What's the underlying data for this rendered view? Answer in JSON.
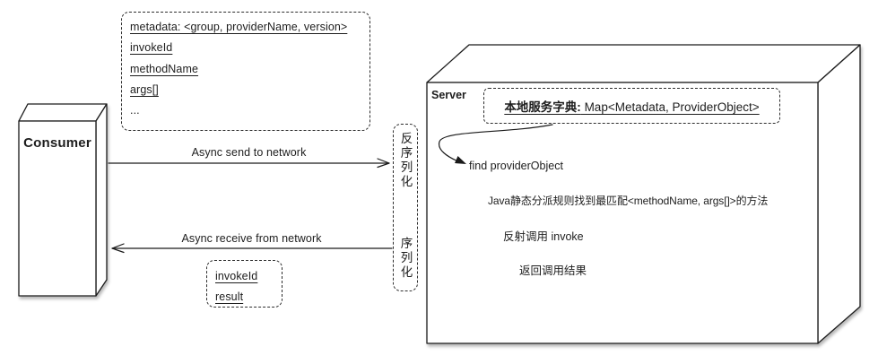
{
  "colors": {
    "ink": "#1d1d1d",
    "line": "#1a1a1a",
    "background": "#ffffff"
  },
  "consumer": {
    "label": "Consumer"
  },
  "request_message": {
    "lines": [
      "metadata: <group, providerName, version>",
      "invokeId",
      "methodName",
      "args[]",
      "..."
    ]
  },
  "network": {
    "send_label": "Async send to network",
    "receive_label": "Async receive from network"
  },
  "codec": {
    "deserialize_label": "反序列化",
    "serialize_label": "序列化"
  },
  "server": {
    "label": "Server",
    "dictionary_title": "本地服务字典:",
    "dictionary_type": " Map<Metadata, ProviderObject>",
    "steps": {
      "find": "find providerObject",
      "dispatch": "Java静态分派规则找到最匹配<methodName, args[]>的方法",
      "invoke": "反射调用 invoke",
      "result": "返回调用结果"
    }
  },
  "response_message": {
    "lines": [
      "invokeId",
      "result"
    ]
  }
}
